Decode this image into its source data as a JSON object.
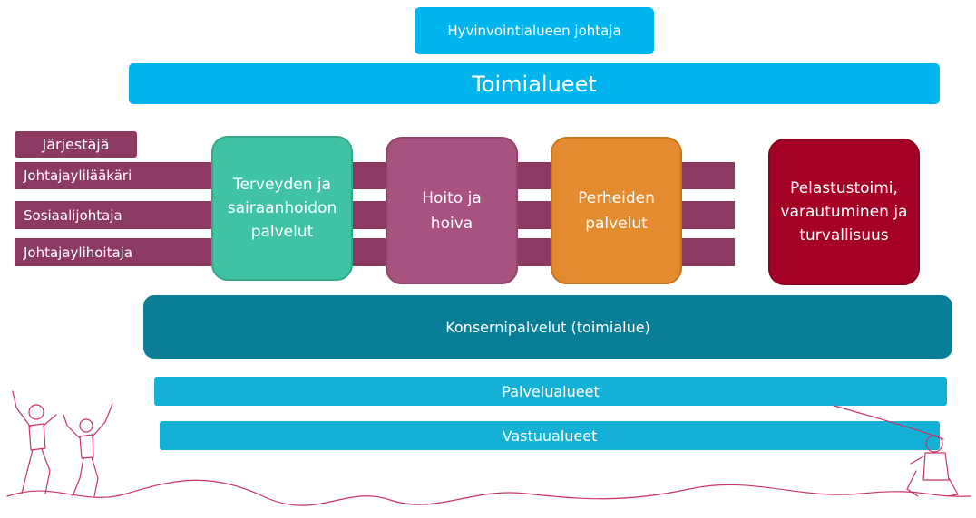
{
  "top": {
    "director": "Hyvinvointialueen johtaja",
    "domains": "Toimialueet"
  },
  "roles": [
    "Järjestäjä",
    "Johtajaylilääkäri",
    "Sosiaalijohtaja",
    "Johtajaylihoitaja"
  ],
  "divisions": [
    {
      "label": "Terveyden ja sairaanhoidon palvelut",
      "color": "#3fc3a4"
    },
    {
      "label": "Hoito ja hoiva",
      "color": "#a8527f"
    },
    {
      "label": "Perheiden palvelut",
      "color": "#e38b2e"
    },
    {
      "label": "Pelastustoimi, varautuminen ja turvallisuus",
      "color": "#a50026"
    }
  ],
  "bottom": {
    "group_services": "Konsernipalvelut (toimialue)",
    "service_areas": "Palvelualueet",
    "responsibility_areas": "Vastuualueet"
  },
  "colors": {
    "cyan": "#00b4ee",
    "band": "#8d3a62",
    "group": "#0a7e96",
    "light_cyan": "#14b0d6",
    "decor_line": "#c8336a"
  }
}
